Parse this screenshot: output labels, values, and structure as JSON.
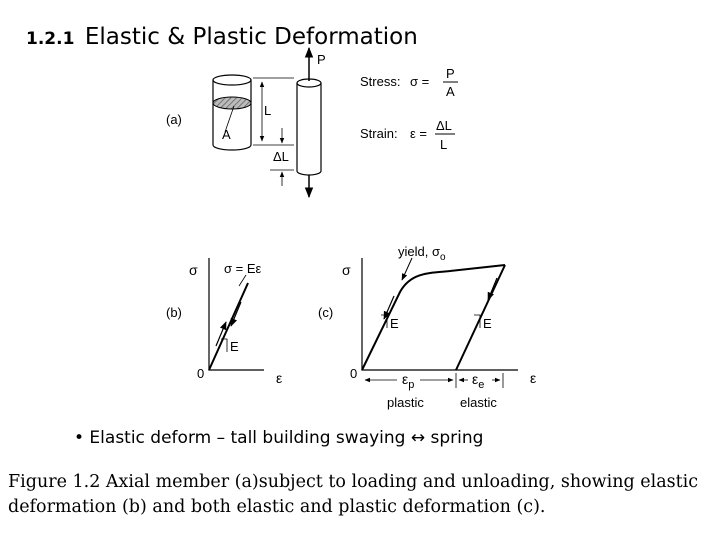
{
  "title": {
    "number": "1.2.1",
    "text": "Elastic  &  Plastic Deformation"
  },
  "figure_a": {
    "panel_label": "(a)",
    "load_label": "P",
    "length_label": "L",
    "elongation_label": "ΔL",
    "area_label": "A",
    "stress_label": "Stress:",
    "stress_symbol": "σ =",
    "stress_num": "P",
    "stress_den": "A",
    "strain_label": "Strain:",
    "strain_symbol": "ε =",
    "strain_num": "ΔL",
    "strain_den": "L"
  },
  "figure_b": {
    "panel_label": "(b)",
    "y_axis": "σ",
    "x_axis": "ε",
    "origin": "0",
    "equation": "σ = Eε",
    "slope_label": "E"
  },
  "figure_c": {
    "panel_label": "(c)",
    "y_axis": "σ",
    "x_axis": "ε",
    "origin": "0",
    "yield_label": "yield, σ",
    "yield_sub": "o",
    "slope_label_1": "E",
    "slope_label_2": "E",
    "strain_p": "ε",
    "strain_p_sub": "p",
    "strain_e": "ε",
    "strain_e_sub": "e",
    "plastic_label": "plastic",
    "elastic_label": "elastic"
  },
  "bullet": "• Elastic deform – tall building swaying  ↔ spring",
  "caption": "Figure 1.2 Axial member (a)subject to loading and unloading, showing elastic deformation (b) and both elastic and plastic deformation (c)."
}
